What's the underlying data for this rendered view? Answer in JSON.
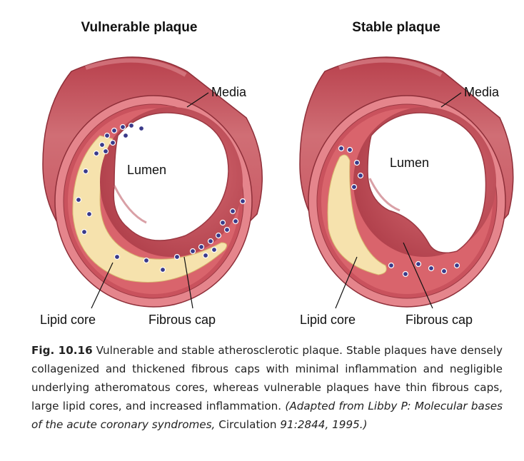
{
  "panels": [
    {
      "title": "Vulnerable plaque",
      "labels": {
        "media": "Media",
        "lumen": "Lumen",
        "lipid_core": "Lipid core",
        "fibrous_cap": "Fibrous cap"
      }
    },
    {
      "title": "Stable plaque",
      "labels": {
        "media": "Media",
        "lumen": "Lumen",
        "lipid_core": "Lipid core",
        "fibrous_cap": "Fibrous cap"
      }
    }
  ],
  "caption": {
    "fig_number": "Fig. 10.16",
    "text": " Vulnerable and stable atherosclerotic plaque. Stable plaques have densely collagenized and thickened fibrous caps with minimal inflammation and negligible underlying atheromatous cores, whereas vulnerable plaques have thin fibrous caps, large lipid cores, and increased inflammation. ",
    "citation_italic": "(Adapted from Libby P: Molecular bases of the acute coronary syndromes,",
    "journal": " Circulation",
    "citation_end": " 91:2844, 1995.)"
  },
  "colors": {
    "outer_wall": "#c7545e",
    "media_ring": "#de7f86",
    "intima": "#d9646c",
    "lipid": "#f6e2ad",
    "cell": "#3a3a8a",
    "lumen_inside": "#ffffff"
  }
}
